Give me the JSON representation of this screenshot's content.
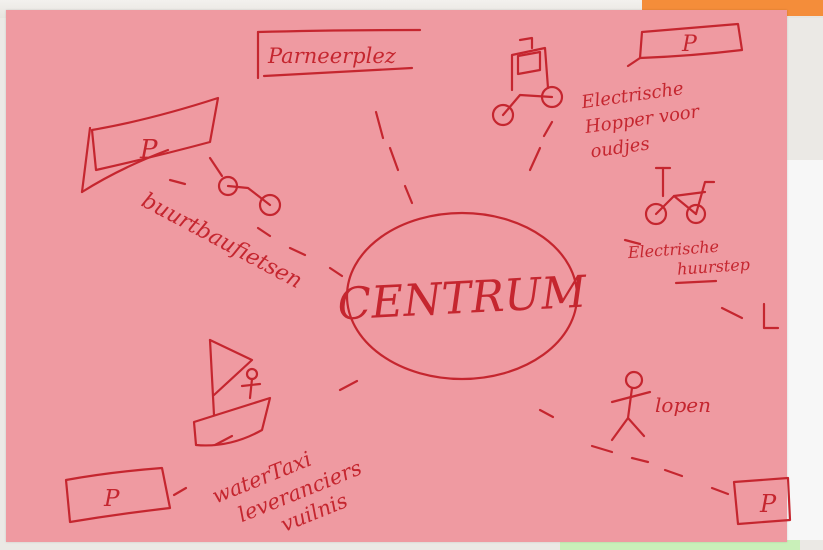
{
  "colors": {
    "paper": "#ef9aa1",
    "ink": "#c5262f",
    "orange_note": "#f48d3a",
    "green_note": "#c9f0b9"
  },
  "center": {
    "label": "CENTRUM"
  },
  "parking_sign_label": "P",
  "labels": {
    "parking_top": "Parneerplez",
    "electric_hopper": [
      "Electrische",
      "Hopper voor",
      "oudjes"
    ],
    "electric_step": [
      "Electrische",
      "huurstep"
    ],
    "neighbourhood_bikes": "buurtbaufietsen",
    "walking": "lopen",
    "water_taxi": [
      "waterTaxi",
      "leveranciers",
      "vuilnis"
    ]
  },
  "icons": [
    "parking-sign-icon",
    "tricycle-icon",
    "bicycle-icon",
    "e-step-icon",
    "sailboat-icon",
    "stick-figure-icon"
  ]
}
